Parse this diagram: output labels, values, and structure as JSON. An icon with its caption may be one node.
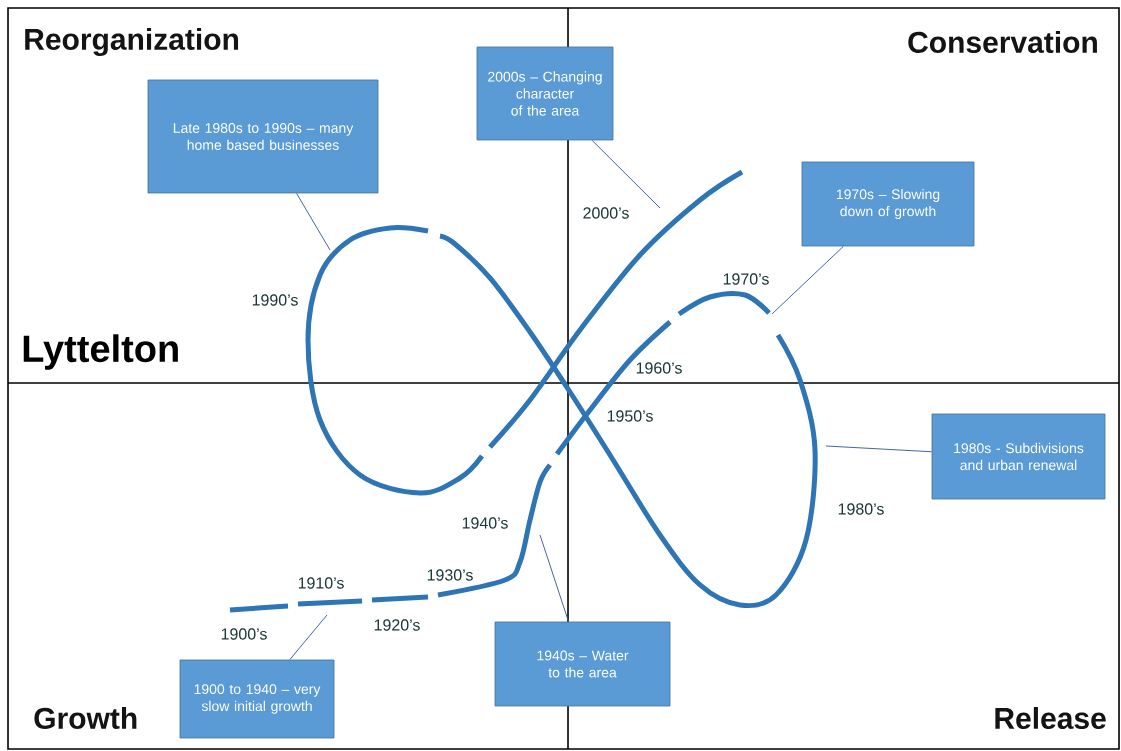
{
  "diagram": {
    "nodes": [
      {
        "text": [
          "2000s – Changing character of the area"
        ]
      },
      {
        "text": [
          "Late 1980s to 1990s – many home based businesses"
        ]
      },
      {
        "text": [
          "1970s – Slowing down of growth"
        ]
      },
      {
        "text": [
          "1980s  - Subdivisions and urban renewal"
        ]
      },
      {
        "text": [
          "1940s – Water to the area"
        ]
      },
      {
        "text": [
          "1900 to 1940 – very slow initial growth"
        ]
      }
    ],
    "edges": [
      {
        "from": 0,
        "to": null,
        "arrow": "none"
      },
      {
        "from": 1,
        "to": null,
        "arrow": "none"
      },
      {
        "from": 2,
        "to": null,
        "arrow": "none"
      },
      {
        "from": 3,
        "to": null,
        "arrow": "none"
      },
      {
        "from": 4,
        "to": null,
        "arrow": "none"
      },
      {
        "from": 5,
        "to": null,
        "arrow": "none"
      }
    ],
    "labels": [
      "Reorganization",
      "Conservation",
      "Lyttelton",
      "Growth",
      "Release",
      "2000’s",
      "1970’s",
      "1990’s",
      "1960’s",
      "1950’s",
      "1980’s",
      "1940’s",
      "1930’s",
      "1910’s",
      "1920’s",
      "1900’s"
    ]
  }
}
